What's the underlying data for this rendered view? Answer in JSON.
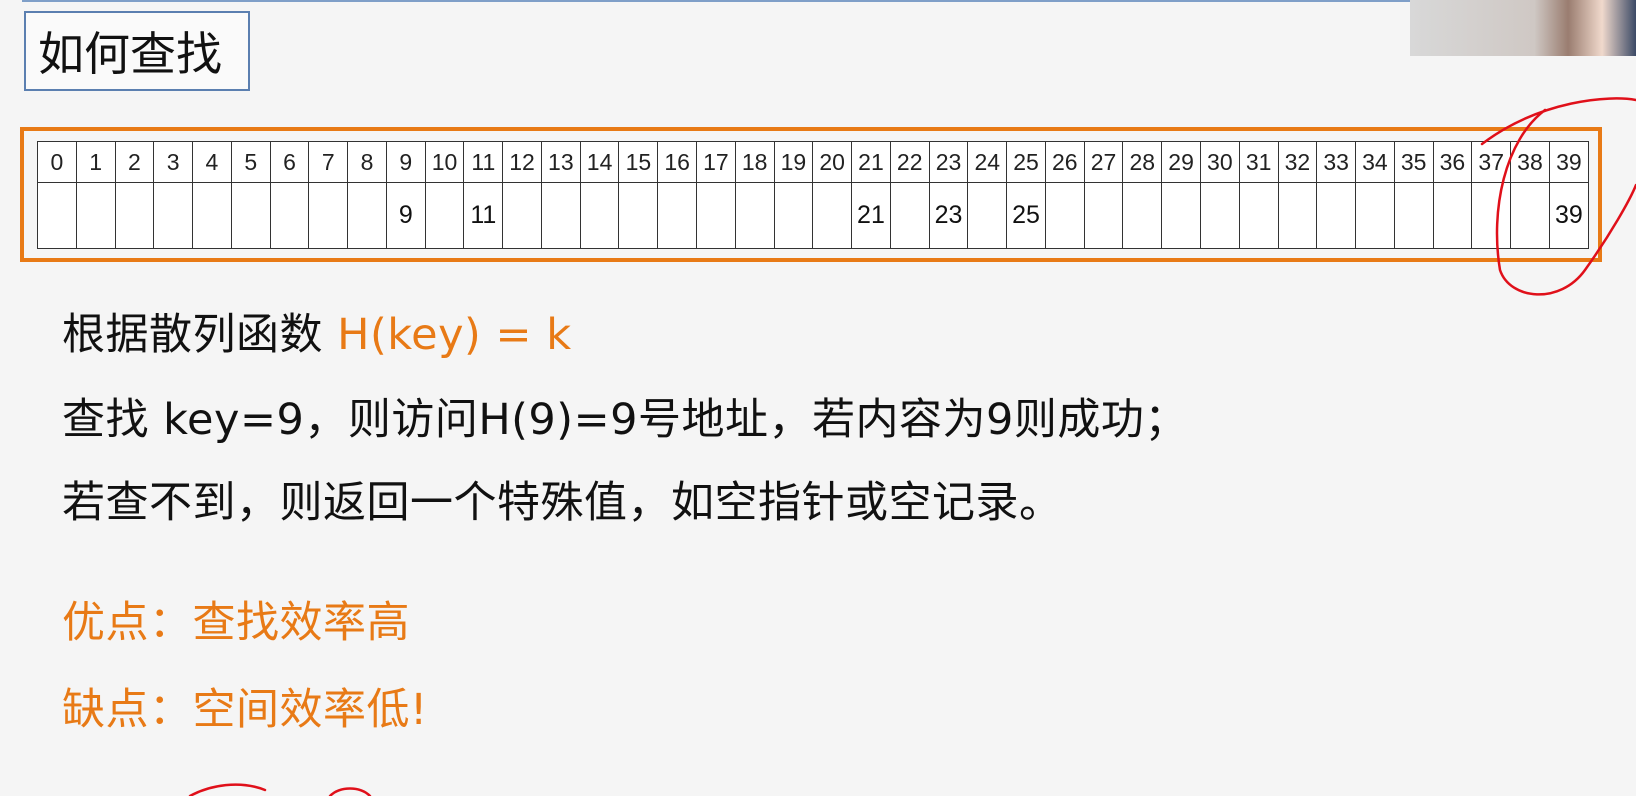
{
  "title": "如何查找",
  "hash_table": {
    "indices": [
      "0",
      "1",
      "2",
      "3",
      "4",
      "5",
      "6",
      "7",
      "8",
      "9",
      "10",
      "11",
      "12",
      "13",
      "14",
      "15",
      "16",
      "17",
      "18",
      "19",
      "20",
      "21",
      "22",
      "23",
      "24",
      "25",
      "26",
      "27",
      "28",
      "29",
      "30",
      "31",
      "32",
      "33",
      "34",
      "35",
      "36",
      "37",
      "38",
      "39"
    ],
    "values": [
      "",
      "",
      "",
      "",
      "",
      "",
      "",
      "",
      "",
      "9",
      "",
      "11",
      "",
      "",
      "",
      "",
      "",
      "",
      "",
      "",
      "",
      "21",
      "",
      "23",
      "",
      "25",
      "",
      "",
      "",
      "",
      "",
      "",
      "",
      "",
      "",
      "",
      "",
      "",
      "",
      "39"
    ]
  },
  "text": {
    "hash_fn_prefix": "根据散列函数 ",
    "hash_fn": "H(key) = k",
    "search_line": "查找 key=9，则访问H(9)=9号地址，若内容为9则成功；",
    "fail_line": "若查不到，则返回一个特殊值，如空指针或空记录。",
    "pros": "优点：查找效率高",
    "cons": "缺点：空间效率低!"
  },
  "colors": {
    "accent": "#e87a16",
    "annotation": "#e0101a",
    "title_border": "#5b7fb0"
  }
}
